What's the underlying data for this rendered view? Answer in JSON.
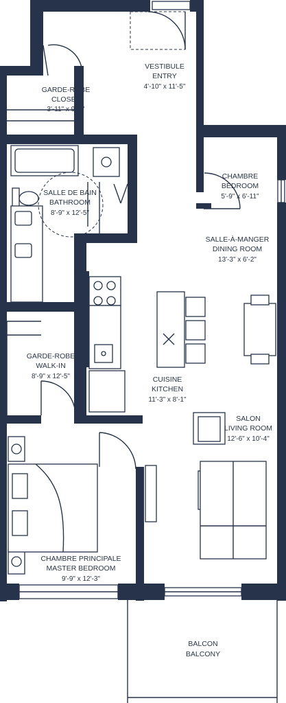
{
  "rooms": {
    "vestibule": {
      "name_fr": "VESTIBULE",
      "name_en": "ENTRY",
      "dims": "4'-10\" x 11'-5\""
    },
    "closet": {
      "name_fr": "GARDE-ROBE",
      "name_en": "CLOSET",
      "dims": "3'-11\" x 9'-1\""
    },
    "bedroom": {
      "name_fr": "CHAMBRE",
      "name_en": "BEDROOM",
      "dims": "5'-9\" x 6'-11\""
    },
    "bathroom": {
      "name_fr": "SALLE DE BAIN",
      "name_en": "BATHROOM",
      "dims": "8'-9\" x 12'-5\""
    },
    "dining": {
      "name_fr": "SALLE-À-MANGER",
      "name_en": "DINING ROOM",
      "dims": "13'-3\" x 6'-2\""
    },
    "walkin": {
      "name_fr": "GARDE-ROBE",
      "name_en": "WALK-IN",
      "dims": "8'-9\" x 12'-5\""
    },
    "kitchen": {
      "name_fr": "CUISINE",
      "name_en": "KITCHEN",
      "dims": "11'-3\" x 8'-1\""
    },
    "living": {
      "name_fr": "SALON",
      "name_en": "LIVING ROOM",
      "dims": "12'-6\" x 10'-4\""
    },
    "master": {
      "name_fr": "CHAMBRE PRINCIPALE",
      "name_en": "MASTER BEDROOM",
      "dims": "9'-9\" x 12'-3\""
    },
    "balcony": {
      "name_fr": "BALCON",
      "name_en": "BALCONY"
    }
  },
  "colors": {
    "wall": "#26334a",
    "text": "#2b3547",
    "background": "#ffffff"
  }
}
